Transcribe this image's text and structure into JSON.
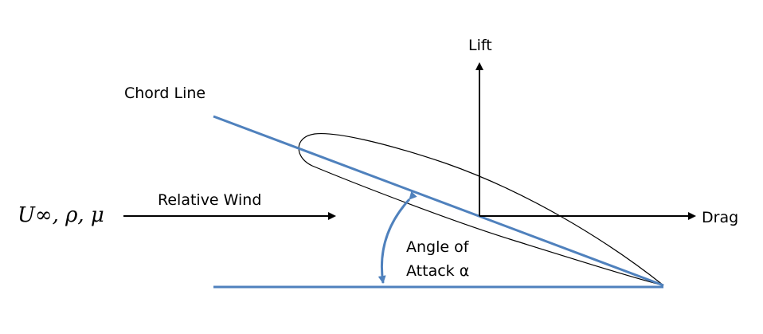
{
  "labels": {
    "lift": "Lift",
    "drag": "Drag",
    "chord_line": "Chord Line",
    "relative_wind": "Relative Wind",
    "angle_of_attack_line1": "Angle of",
    "angle_of_attack_line2": "Attack α",
    "freestream": "U∞, ρ, μ"
  },
  "colors": {
    "chord_line": "#4f81bd",
    "outline": "#000000"
  }
}
